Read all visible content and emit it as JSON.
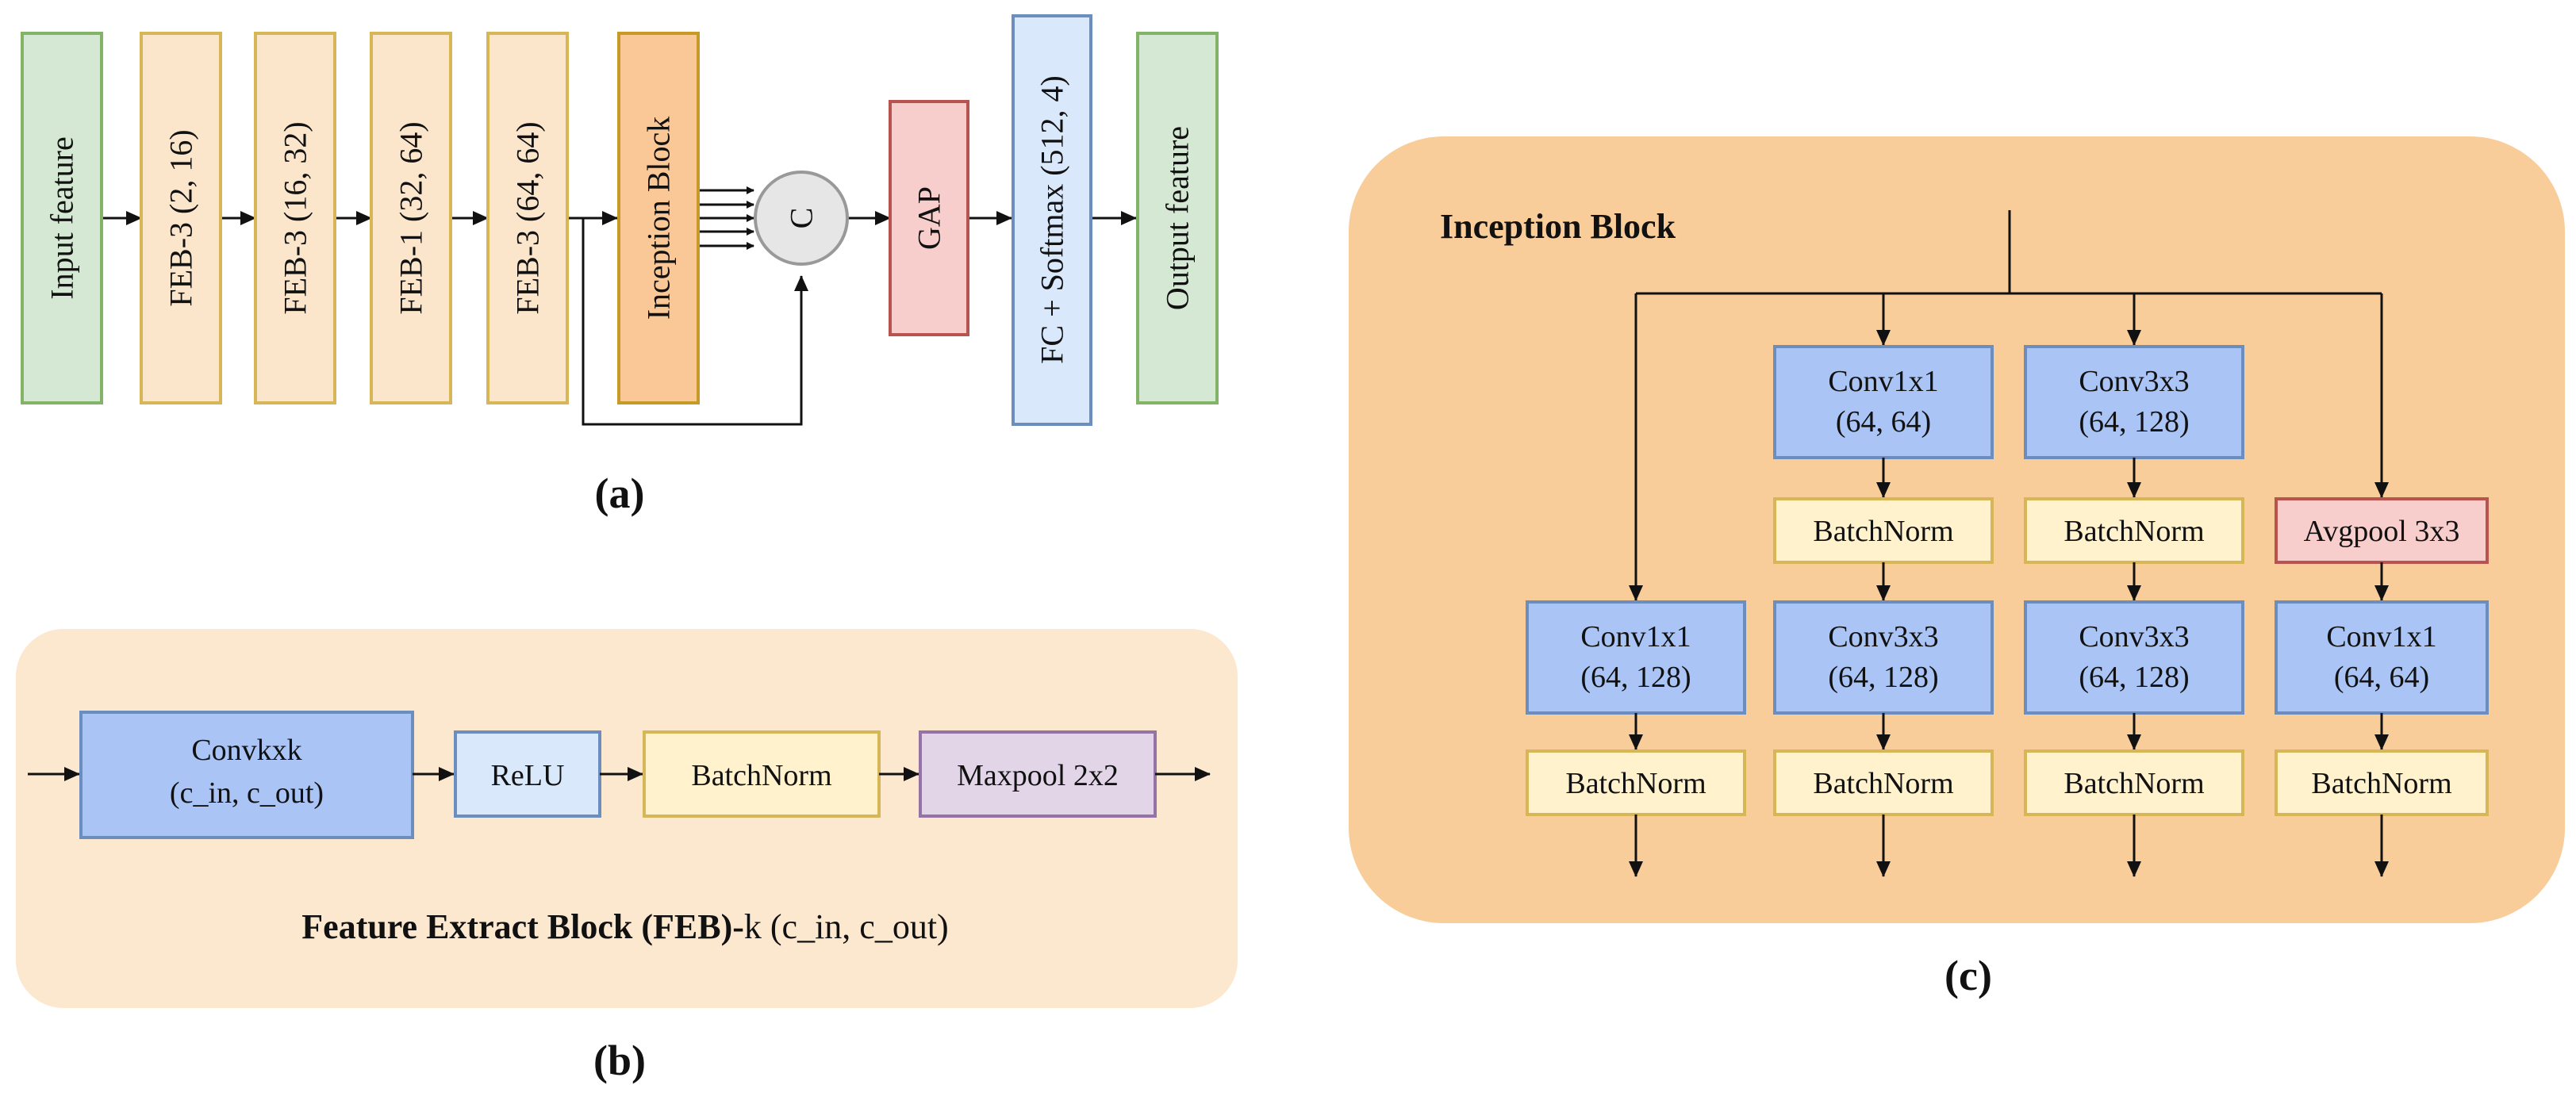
{
  "panel_a": {
    "caption": "(a)",
    "blocks": [
      "Input feature",
      "FEB-3 (2, 16)",
      "FEB-3 (16, 32)",
      "FEB-1 (32, 64)",
      "FEB-3 (64, 64)",
      "Inception Block",
      "GAP",
      "FC + Softmax (512, 4)",
      "Output feature"
    ],
    "concat_label": "C"
  },
  "panel_b": {
    "caption": "(b)",
    "title_bold": "Feature Extract Block (FEB)-",
    "title_normal": "k (c_in, c_out)",
    "conv_line1": "Convkxk",
    "conv_line2": "(c_in, c_out)",
    "relu": "ReLU",
    "batchnorm": "BatchNorm",
    "maxpool": "Maxpool 2x2"
  },
  "panel_c": {
    "caption": "(c)",
    "title": "Inception Block",
    "branch1": {
      "conv_line1": "Conv1x1",
      "conv_line2": "(64, 128)",
      "bn": "BatchNorm"
    },
    "branch2": {
      "conv1_line1": "Conv1x1",
      "conv1_line2": "(64, 64)",
      "bn1": "BatchNorm",
      "conv2_line1": "Conv3x3",
      "conv2_line2": "(64, 128)",
      "bn2": "BatchNorm"
    },
    "branch3": {
      "conv1_line1": "Conv3x3",
      "conv1_line2": "(64, 128)",
      "bn1": "BatchNorm",
      "conv2_line1": "Conv3x3",
      "conv2_line2": "(64, 128)",
      "bn2": "BatchNorm"
    },
    "branch4": {
      "pool": "Avgpool 3x3",
      "conv_line1": "Conv1x1",
      "conv_line2": "(64, 64)",
      "bn": "BatchNorm"
    }
  },
  "colors": {
    "green_fill": "#d5e8d4",
    "green_stroke": "#82b366",
    "cream_fill": "#fbe6cc",
    "cream_stroke": "#d6b656",
    "orange_fill": "#f9c896",
    "orange_stroke": "#c79a28",
    "pink_fill": "#f8cecc",
    "pink_stroke": "#b85450",
    "blue_fill": "#a9c4f5",
    "blue_stroke": "#6c8ebf",
    "lightblue_fill": "#dae8fc",
    "yellow_fill": "#fff2cc",
    "purple_fill": "#e1d5e7",
    "purple_stroke": "#9673a6",
    "panel_bg_light": "#fce8cf",
    "panel_bg_orange": "#f9cd9a",
    "concat_fill": "#e6e6e6",
    "concat_stroke": "#999999"
  }
}
